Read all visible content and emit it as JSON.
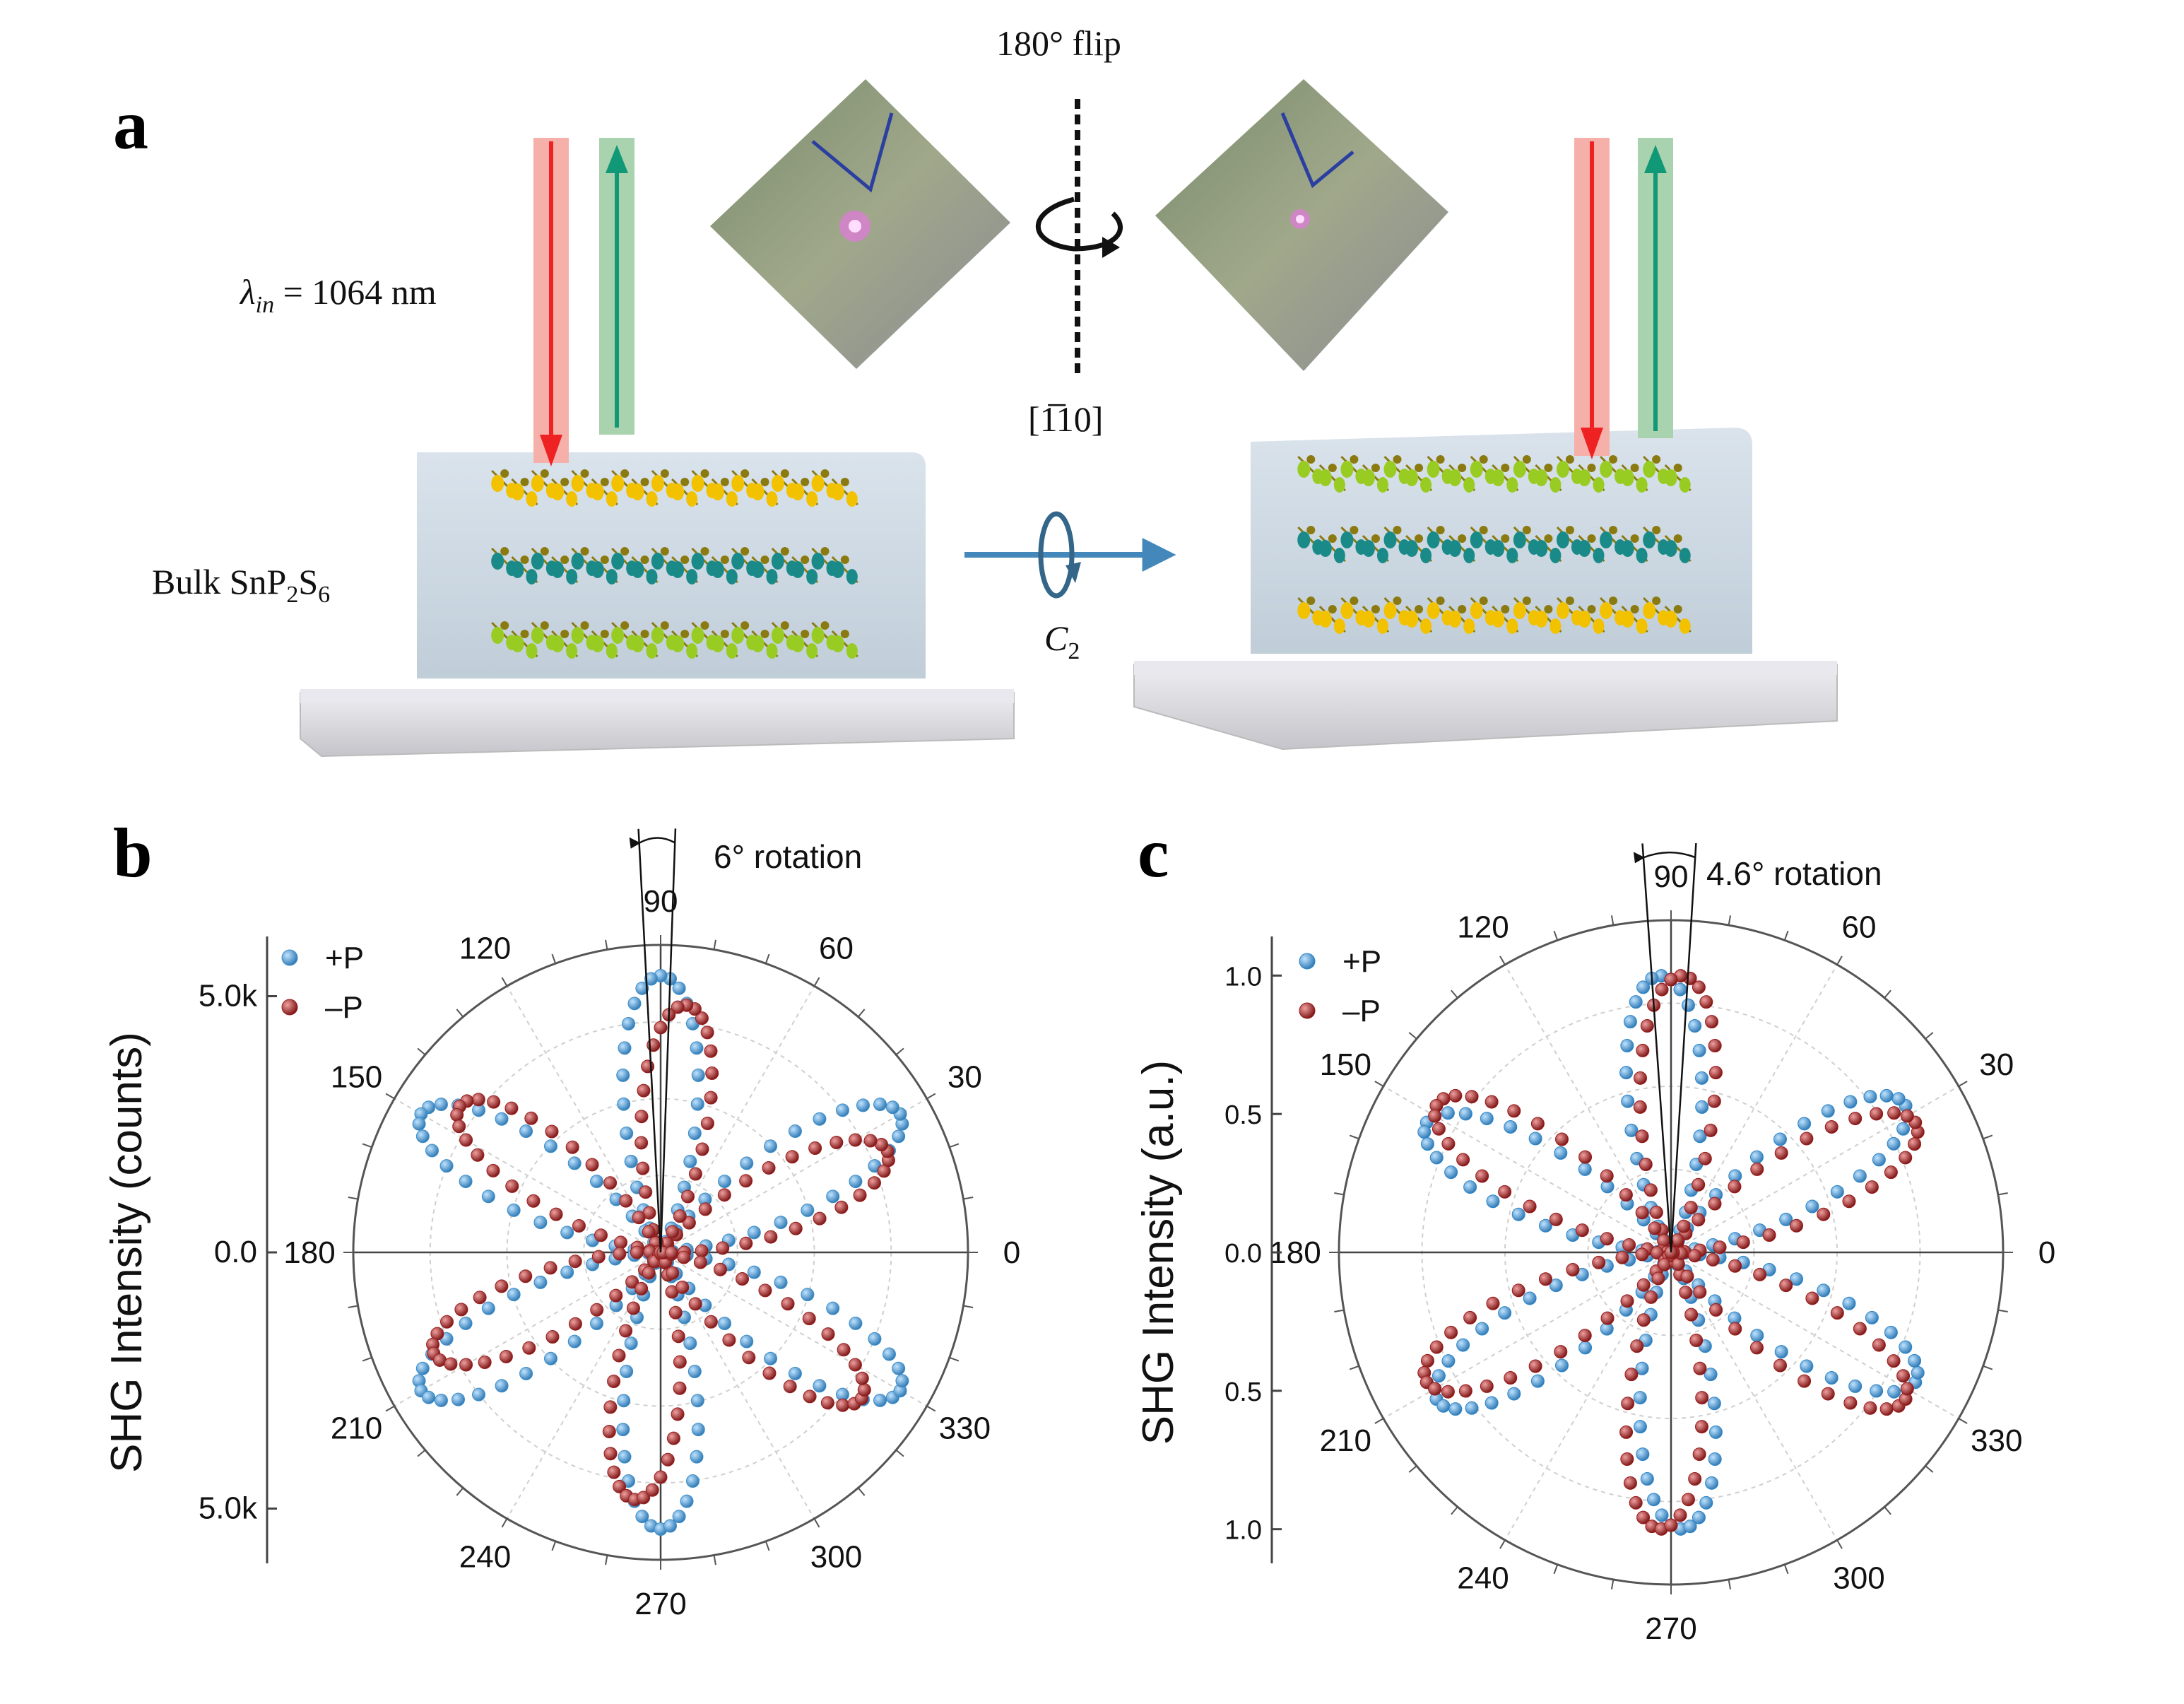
{
  "panels": {
    "a": "a",
    "b": "b",
    "c": "c"
  },
  "schematic": {
    "flip_label": "180° flip",
    "axis_label": "[1̅10]",
    "wavelength_symbol": "λ",
    "wavelength_sub": "in",
    "wavelength_value": " = 1064 nm",
    "material_prefix": "Bulk SnP",
    "material_sub1": "2",
    "material_mid": "S",
    "material_sub2": "6",
    "rotation_symbol": "C",
    "rotation_sub": "2",
    "colors": {
      "incident_beam": "#ee2222",
      "shg_beam": "#119977",
      "slab": "#c8d4de",
      "substrate": "#d9d9dd",
      "atom_yellow": "#f2c200",
      "atom_lime": "#99cc22",
      "atom_teal": "#1a8a88",
      "atom_olive": "#8a7a10",
      "arrow": "#4488bb"
    }
  },
  "chart_data": [
    {
      "type": "polar-scatter",
      "panel": "b",
      "ylabel": "SHG Intensity (counts)",
      "radial_ticks": [
        "5.0k",
        "0.0",
        "5.0k"
      ],
      "radial_max": 6000,
      "angle_ticks": [
        0,
        30,
        60,
        90,
        120,
        150,
        180,
        210,
        240,
        270,
        300,
        330
      ],
      "annotation": "6° rotation",
      "legend": "top-left",
      "series": [
        {
          "name": "+P",
          "color": "#3d8fc7",
          "amplitude": 5400,
          "phase_deg": 90,
          "petal_power": 2
        },
        {
          "name": "–P",
          "color": "#9a1f1f",
          "amplitude": 4850,
          "phase_deg": 84,
          "petal_power": 2
        }
      ]
    },
    {
      "type": "polar-scatter",
      "panel": "c",
      "ylabel": "SHG Intensity (a.u.)",
      "radial_ticks": [
        "1.0",
        "0.5",
        "0.0",
        "0.5",
        "1.0"
      ],
      "radial_max": 1.2,
      "angle_ticks": [
        0,
        30,
        60,
        90,
        120,
        150,
        180,
        210,
        240,
        270,
        300,
        330
      ],
      "annotation": "4.6° rotation",
      "legend": "top-left",
      "series": [
        {
          "name": "+P",
          "color": "#2e86c9",
          "amplitude": 1.0,
          "phase_deg": 92.3,
          "petal_power": 2
        },
        {
          "name": "–P",
          "color": "#9a1a1a",
          "amplitude": 1.0,
          "phase_deg": 87.7,
          "petal_power": 2
        }
      ]
    }
  ]
}
